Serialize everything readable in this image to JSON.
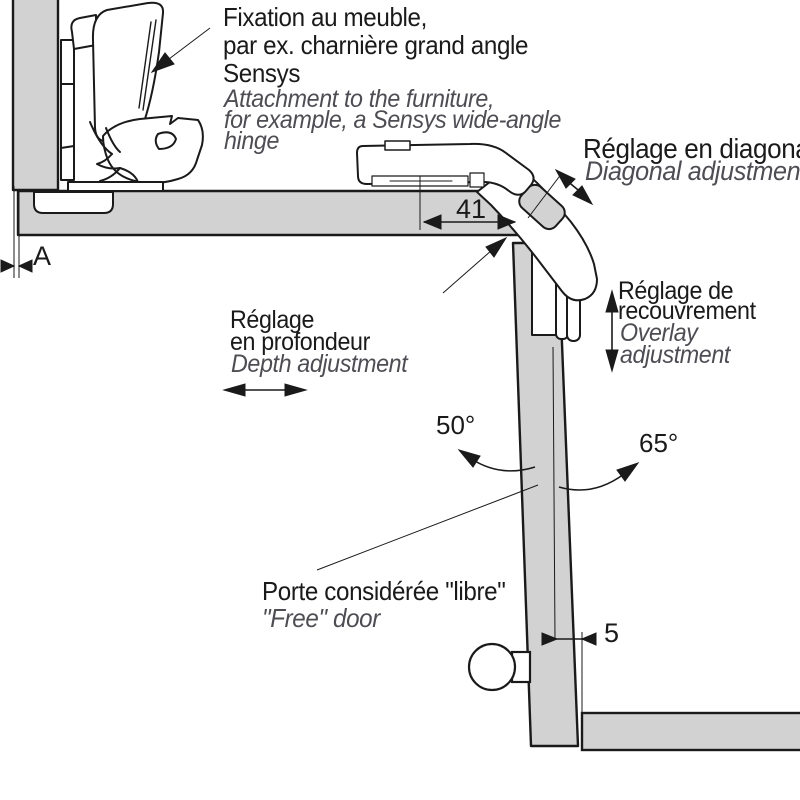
{
  "annotations": {
    "attachment": {
      "fr": [
        "Fixation au meuble,",
        "par ex. charnière grand angle",
        "Sensys"
      ],
      "en": [
        "Attachment to the furniture,",
        "for example, a Sensys wide-angle",
        "hinge"
      ]
    },
    "diagonal": {
      "fr": "Réglage en diagonale",
      "en": "Diagonal adjustment"
    },
    "overlay": {
      "fr": [
        "Réglage de",
        "recouvrement"
      ],
      "en": [
        "Overlay",
        "adjustment"
      ]
    },
    "depth": {
      "fr": [
        "Réglage",
        "en profondeur"
      ],
      "en": "Depth adjustment"
    },
    "free_door": {
      "fr": "Porte considérée \"libre\"",
      "en": "\"Free\" door"
    }
  },
  "dimensions": {
    "cup_distance": "41",
    "bottom_gap": "5",
    "side_gap": "A"
  },
  "angles": {
    "open": "50°",
    "max": "65°"
  },
  "colors": {
    "panel_fill": "#d2d2d2",
    "outline": "#1a1a1a",
    "english_text": "#4d4d53"
  }
}
